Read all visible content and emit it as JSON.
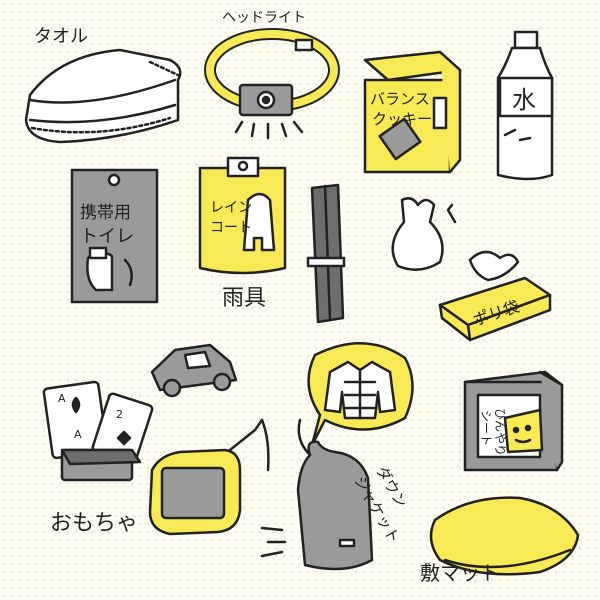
{
  "palette": {
    "ink": "#222222",
    "yellow": "#f7ea55",
    "gray": "#9a9a9a",
    "dark_gray": "#6e6e6e",
    "paper": "#fbfbf2"
  },
  "items": {
    "towel": {
      "label": "タオル"
    },
    "headlamp": {
      "label": "ヘッドライト"
    },
    "cookies": {
      "label_line1": "バランス",
      "label_line2": "クッキー"
    },
    "water": {
      "label": "水"
    },
    "portable_toilet": {
      "label_line1": "携帯用",
      "label_line2": "トイレ"
    },
    "rain_coat": {
      "label_line1": "レイン",
      "label_line2": "コート"
    },
    "rain_gear": {
      "label": "雨具"
    },
    "poly_bags": {
      "label": "ポリ袋"
    },
    "toys": {
      "label": "おもちゃ"
    },
    "down_jacket": {
      "label_line1": "ダウン",
      "label_line2": "ジャケット"
    },
    "cooling_sheet": {
      "label_line1": "ひんやり",
      "label_line2": "シート"
    },
    "mat": {
      "label": "敷マット"
    },
    "cards": {
      "top_rank": "A",
      "bottom_rank": "A",
      "card2_rank": "2"
    }
  }
}
